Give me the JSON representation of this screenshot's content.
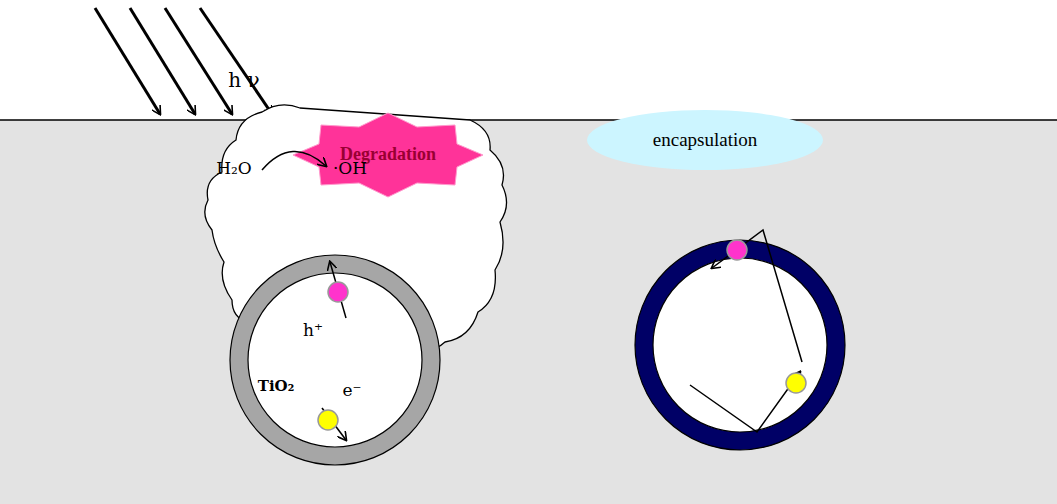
{
  "diagram": {
    "nodes": [
      {
        "text": [
          "Degradation"
        ]
      },
      {
        "text": [
          "H₂O",
          "·OH"
        ]
      },
      {
        "text": [
          "h⁺",
          "TiO₂",
          "e⁻"
        ]
      },
      {
        "text": [
          "encapsulation"
        ]
      }
    ],
    "labels": [
      "h ν"
    ]
  }
}
